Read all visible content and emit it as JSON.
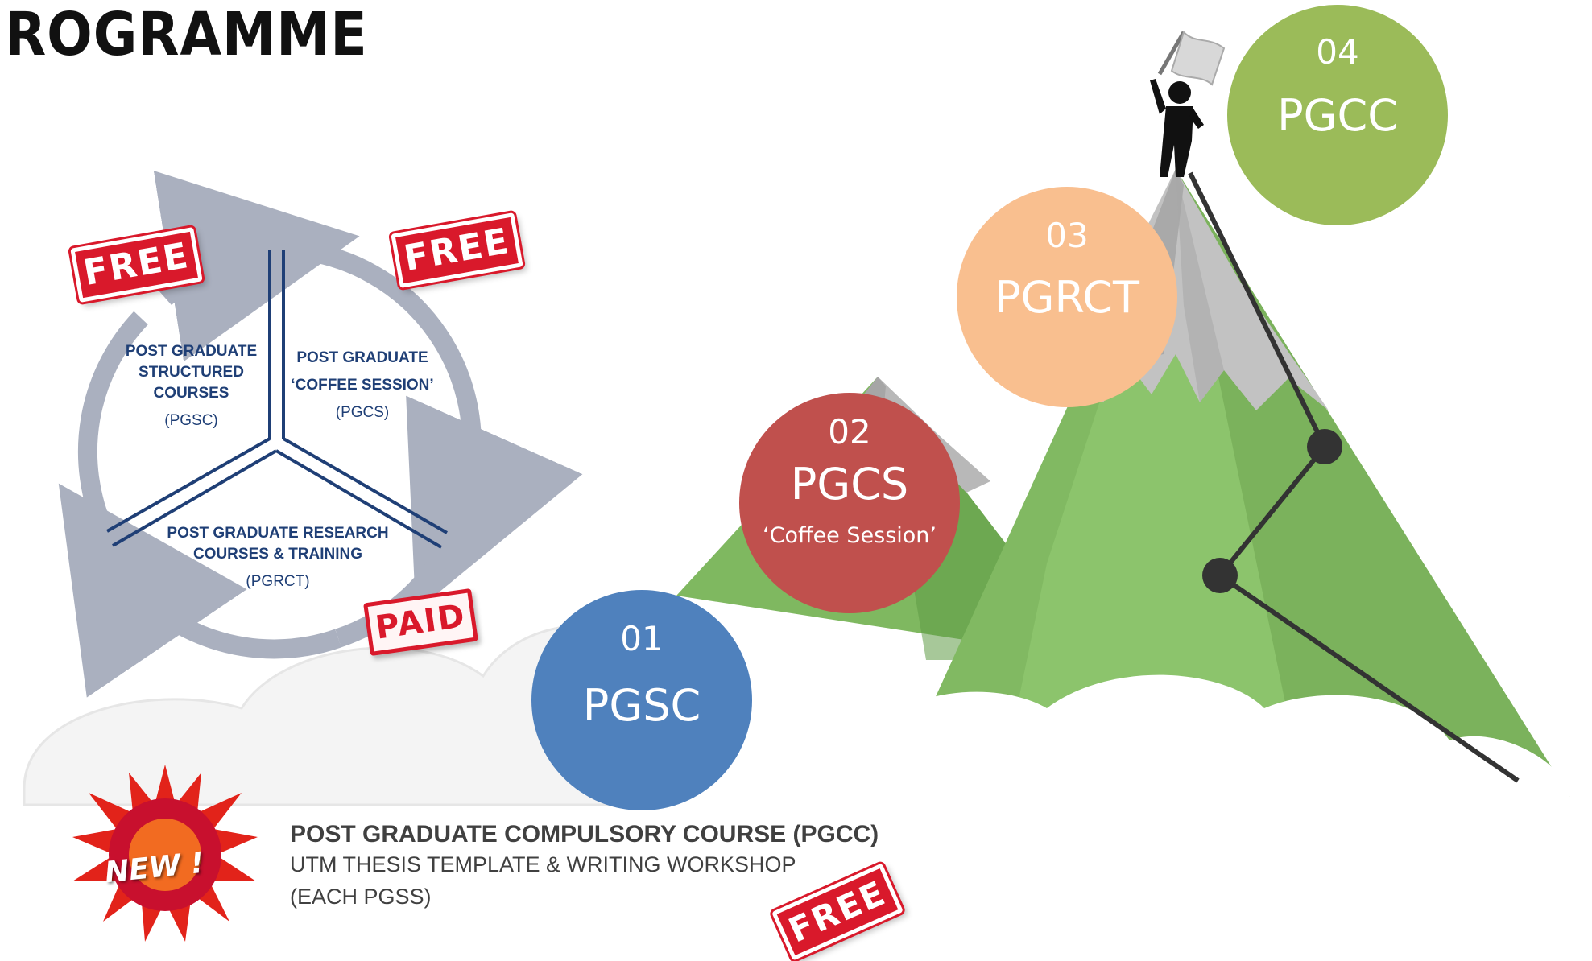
{
  "page_title": "ROGRAMME",
  "cycle": {
    "pgsc": {
      "line1": "POST GRADUATE",
      "line2": "STRUCTURED",
      "line3": "COURSES",
      "abbr": "(PGSC)"
    },
    "pgcs": {
      "line1": "POST GRADUATE",
      "line2": "‘COFFEE SESSION’",
      "abbr": "(PGCS)"
    },
    "pgrct": {
      "line1": "POST GRADUATE RESEARCH",
      "line2": "COURSES & TRAINING",
      "abbr": "(PGRCT)"
    }
  },
  "stamps": {
    "free_1": "FREE",
    "free_2": "FREE",
    "paid": "PAID",
    "free_3": "FREE"
  },
  "steps": [
    {
      "num": "01",
      "code": "PGSC",
      "sub": "",
      "color": "#4f81bd"
    },
    {
      "num": "02",
      "code": "PGCS",
      "sub": "‘Coffee Session’",
      "color": "#c0504d"
    },
    {
      "num": "03",
      "code": "PGRCT",
      "sub": "",
      "color": "#f9bf8f"
    },
    {
      "num": "04",
      "code": "PGCC",
      "sub": "",
      "color": "#9bbb59"
    }
  ],
  "new_badge": "NEW !",
  "pgcc": {
    "title": "POST GRADUATE COMPULSORY COURSE (PGCC)",
    "line1": "UTM THESIS TEMPLATE & WRITING WORKSHOP",
    "line2": "(EACH PGSS)"
  },
  "colors": {
    "cycle_arrow": "#aab0bf",
    "divider": "#1f3f76",
    "mountain_green": "#7fb860",
    "mountain_dark": "#5e9a45",
    "snow": "#b8b8b8",
    "stamp_red": "#d9192b",
    "path_line": "#333333"
  },
  "icons": [
    "flag-icon",
    "climber-icon",
    "new-burst-icon"
  ]
}
